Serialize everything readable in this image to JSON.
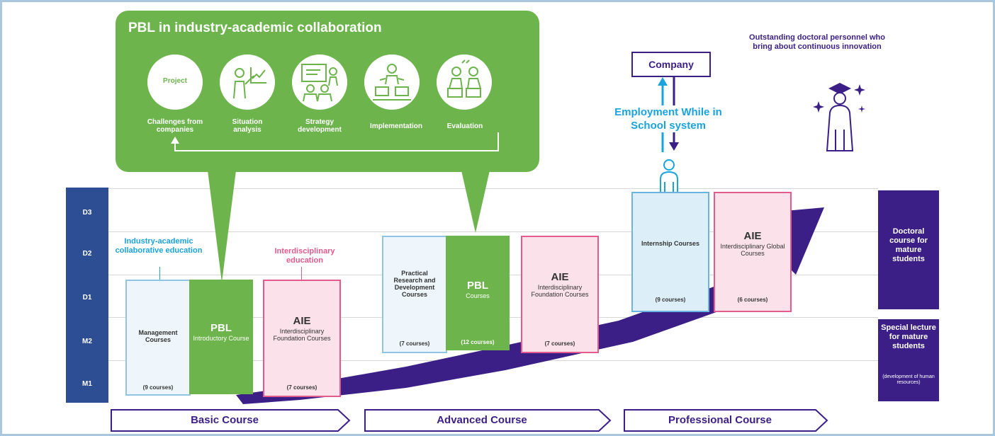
{
  "pbl_box": {
    "title": "PBL in industry-academic collaboration",
    "stages": [
      {
        "label": "Challenges from companies",
        "icon": "project-circle",
        "circle_text": "Project"
      },
      {
        "label": "Situation analysis",
        "icon": "presentation-chart-icon"
      },
      {
        "label": "Strategy development",
        "icon": "whiteboard-meeting-icon"
      },
      {
        "label": "Implementation",
        "icon": "team-work-icon"
      },
      {
        "label": "Evaluation",
        "icon": "discussion-icon"
      }
    ]
  },
  "rows": [
    "D3",
    "D2",
    "D1",
    "M2",
    "M1"
  ],
  "labels": {
    "industry_academic": "Industry-academic collaborative education",
    "interdisciplinary": "Interdisciplinary education",
    "company": "Company",
    "employment": "Employment While in School system",
    "outstanding": "Outstanding doctoral personnel who bring about continuous innovation"
  },
  "boxes": {
    "management": {
      "title": "Management Courses",
      "count": "(9 courses)"
    },
    "pbl_intro": {
      "title": "PBL",
      "sub": "Introductory Course"
    },
    "aie1": {
      "title": "AIE",
      "sub": "Interdisciplinary Foundation Courses",
      "count": "(7 courses)"
    },
    "practical": {
      "title": "Practical Research and Development Courses",
      "count": "(7 courses)"
    },
    "pbl_courses": {
      "title": "PBL",
      "sub": "Courses",
      "count": "(12 courses)"
    },
    "aie2": {
      "title": "AIE",
      "sub": "Interdisciplinary Foundation Courses",
      "count": "(7 courses)"
    },
    "internship": {
      "title": "Internship Courses",
      "count": "(9 courses)"
    },
    "aie_global": {
      "title": "AIE",
      "sub": "Interdisciplinary Global Courses",
      "count": "(6 courses)"
    }
  },
  "right_side": {
    "doctoral": "Doctoral course for mature students",
    "special": "Special lecture for mature students",
    "special_note": "(development of human resources)"
  },
  "courses": [
    "Basic Course",
    "Advanced Course",
    "Professional Course"
  ],
  "colors": {
    "green": "#6db44c",
    "navy": "#2d4e92",
    "purple": "#3b1f86",
    "pink": "#e35a8c",
    "blue": "#1aa3dd"
  }
}
